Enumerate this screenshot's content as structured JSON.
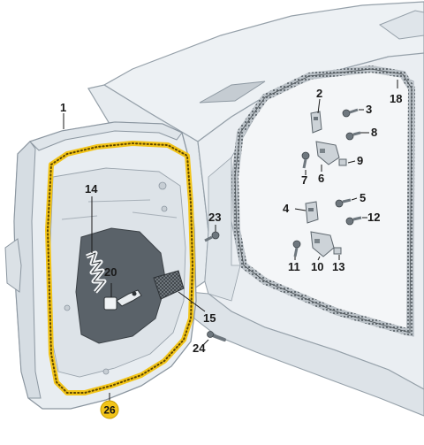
{
  "callouts": {
    "c1": "1",
    "c2": "2",
    "c3": "3",
    "c4": "4",
    "c5": "5",
    "c6": "6",
    "c7": "7",
    "c8": "8",
    "c9": "9",
    "c10": "10",
    "c11": "11",
    "c12": "12",
    "c13": "13",
    "c14": "14",
    "c15": "15",
    "c18": "18",
    "c20": "20",
    "c23": "23",
    "c24": "24",
    "c26": "26"
  },
  "colors": {
    "body_fill": "#e9eef2",
    "body_stroke": "#8d99a3",
    "seal_highlight": "#f2c418",
    "seal_dots": "#6b5200",
    "weatherstrip": "#9aa3aa",
    "part_fill": "#d3d9de",
    "highlight_badge": "#f2c418"
  }
}
